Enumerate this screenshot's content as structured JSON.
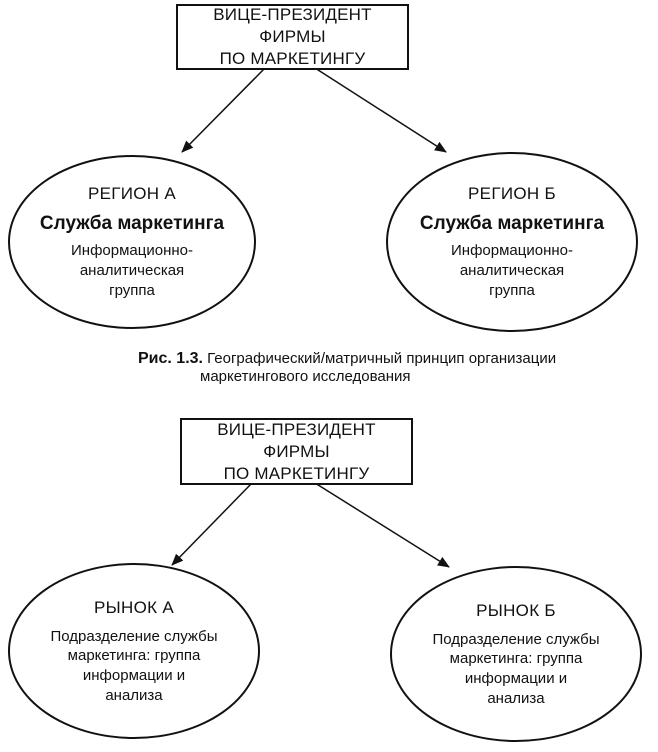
{
  "figure1": {
    "top_box": {
      "line1": "ВИЦЕ-ПРЕЗИДЕНТ ФИРМЫ",
      "line2": "ПО МАРКЕТИНГУ"
    },
    "left": {
      "title": "РЕГИОН А",
      "bold": "Служба маркетинга",
      "lines": [
        "Информационно-",
        "аналитическая",
        "группа"
      ]
    },
    "right": {
      "title": "РЕГИОН Б",
      "bold": "Служба маркетинга",
      "lines": [
        "Информационно-",
        "аналитическая",
        "группа"
      ]
    }
  },
  "caption": {
    "label": "Рис. 1.3.",
    "line1": "Географический/матричный принцип организации",
    "line2": "маркетингового исследования"
  },
  "figure2": {
    "top_box": {
      "line1": "ВИЦЕ-ПРЕЗИДЕНТ ФИРМЫ",
      "line2": "ПО МАРКЕТИНГУ"
    },
    "left": {
      "title": "РЫНОК А",
      "lines": [
        "Подразделение службы",
        "маркетинга: группа",
        "информации и",
        "анализа"
      ]
    },
    "right": {
      "title": "РЫНОК Б",
      "lines": [
        "Подразделение службы",
        "маркетинга: группа",
        "информации и",
        "анализа"
      ]
    }
  }
}
